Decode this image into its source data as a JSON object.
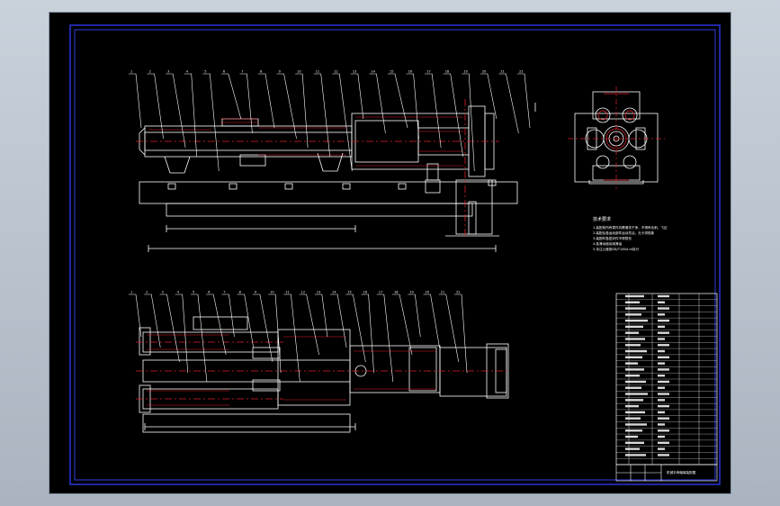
{
  "drawing": {
    "top_view_callouts": [
      "1",
      "2",
      "3",
      "4",
      "5",
      "6",
      "7",
      "8",
      "9",
      "10",
      "11",
      "12",
      "13",
      "14",
      "15",
      "16",
      "17",
      "18",
      "19",
      "20",
      "21",
      "22"
    ],
    "bottom_view_callouts": [
      "1",
      "2",
      "3",
      "4",
      "5",
      "6",
      "7",
      "8",
      "9",
      "10",
      "11",
      "12",
      "13",
      "14",
      "15",
      "16",
      "17",
      "18",
      "19",
      "20",
      "21",
      "22"
    ],
    "notes_title": "技术要求",
    "notes_lines": [
      "1.装配前所有零件均需清洗干净，不得有毛刺、飞边",
      "2.装配后各运动部件运动灵活，无卡滞现象",
      "3.装配时各密封件不得损伤",
      "4.各滑动面涂润滑油",
      "5.未注公差按GB/T1804-m执行"
    ],
    "title_block_text": "机械手伸缩臂装配图"
  },
  "colors": {
    "background": "#c0c9d4",
    "sheet": "#000000",
    "border": "#2a36d8",
    "line": "#ffffff",
    "centerline": "#e0202a",
    "hatch": "#e0202a"
  }
}
